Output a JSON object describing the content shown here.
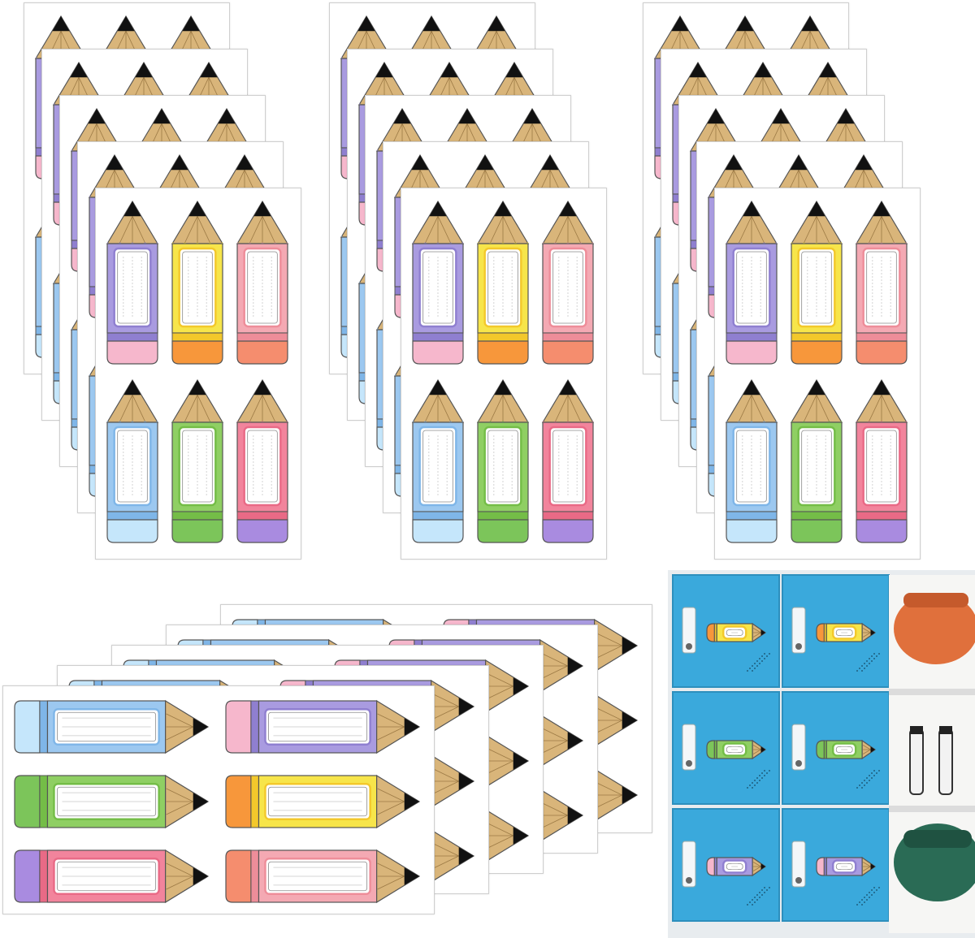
{
  "product": {
    "sheet_stacks_vertical": 3,
    "sheets_per_stack": 5,
    "labels_per_sheet": 6,
    "sticker_shape": "pencil-icon",
    "pencil_colors": [
      {
        "body": "#a99be0",
        "band": "#8f7fd0",
        "eraser": "#f6b7cc"
      },
      {
        "body": "#f7e54a",
        "band": "#f3c82b",
        "eraser": "#f7973b"
      },
      {
        "body": "#f4a9b3",
        "band": "#ee8d99",
        "eraser": "#f58d6e"
      },
      {
        "body": "#9cc8f0",
        "band": "#7fb6e8",
        "eraser": "#c5e6fb"
      },
      {
        "body": "#8fcf63",
        "band": "#74bd47",
        "eraser": "#7cc55a"
      },
      {
        "body": "#f2849c",
        "band": "#e96a86",
        "eraser": "#a98be0"
      }
    ],
    "wood_color": "#d9b57a",
    "lead_color": "#111111",
    "outline_color": "#555555"
  },
  "locker_photo": {
    "locker_color": "#3aa9dc",
    "frame_color": "#e8ecef",
    "shelf_items": [
      "orange-bag",
      "bottles",
      "green-bag"
    ]
  }
}
